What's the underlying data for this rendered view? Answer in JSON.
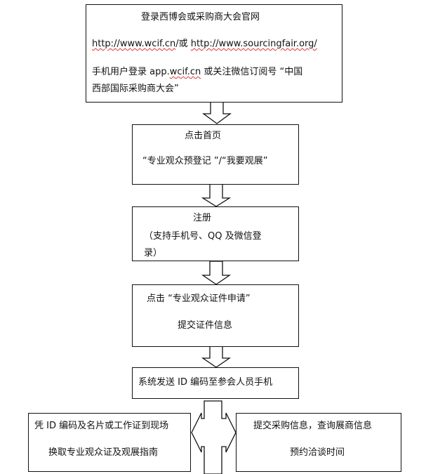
{
  "step1": {
    "line1": "登录西博会或采购商大会官网",
    "line2_url1": "http://www.wcif.cn",
    "line2_sep": "/或 ",
    "line2_url2": "http://www.sourcingfair.org/",
    "line3_a": "手机用户登录 app.",
    "line3_b": "wcif.cn",
    "line3_c": " 或关注微信订阅号 “中国",
    "line4": "西部国际采购商大会”"
  },
  "step2": {
    "line1": "点击首页",
    "line2": "“专业观众预登记 ”/“我要观展”"
  },
  "step3": {
    "line1": "注册",
    "line2": "（支持手机号、QQ 及微信登",
    "line3": "录）"
  },
  "step4": {
    "line1": "点击 “专业观众证件申请”",
    "line2": "提交证件信息"
  },
  "step5": {
    "line1": "系统发送 ID 编码至参会人员手机"
  },
  "left_box": {
    "line1": "凭 ID 编码及名片或工作证到现场",
    "line2": "换取专业观众证及观展指南"
  },
  "right_box": {
    "line1": "提交采购信息，查询展商信息",
    "line2": "预约洽谈时间"
  }
}
